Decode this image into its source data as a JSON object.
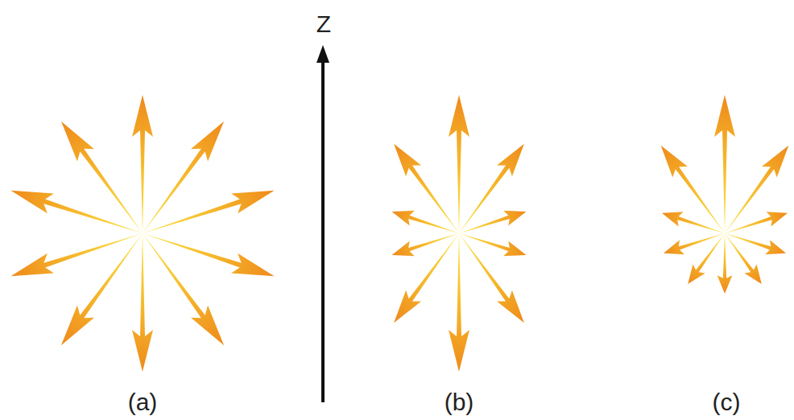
{
  "diagram": {
    "labels": [
      "Z",
      "(a)",
      "(b)",
      "(c)"
    ]
  }
}
